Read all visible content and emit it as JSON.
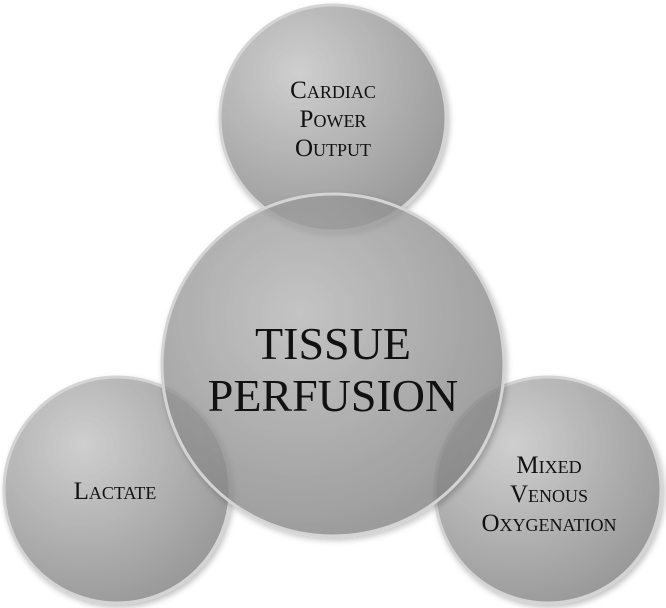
{
  "colors": {
    "satellite_light": "#cdcdcd",
    "satellite_dark": "#8e8e8e",
    "center_light": "#b8b8b8",
    "center_dark": "#7c7c7c",
    "outline": "#d4d4d4",
    "text": "#111111"
  },
  "center": {
    "lines": [
      "TISSUE",
      "PERFUSION"
    ]
  },
  "top": {
    "lines": [
      "Cardiac",
      "Power",
      "Output"
    ]
  },
  "left": {
    "lines": [
      "Lactate"
    ]
  },
  "right": {
    "lines": [
      "Mixed",
      "Venous",
      "Oxygenation"
    ]
  }
}
